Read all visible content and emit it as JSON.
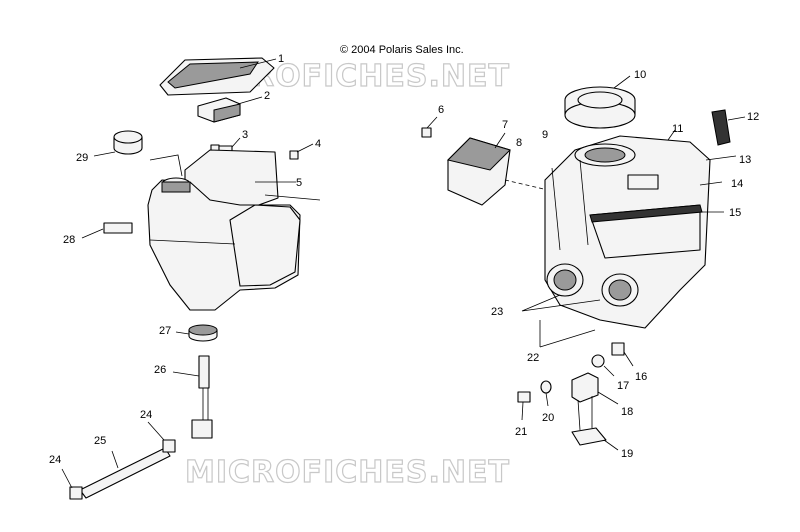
{
  "copyright": "© 2004 Polaris Sales Inc.",
  "watermarks": [
    "MICROFICHES.NET",
    "MICROFICHES.NET"
  ],
  "callouts": [
    "1",
    "2",
    "3",
    "4",
    "5",
    "6",
    "7",
    "8",
    "9",
    "10",
    "11",
    "12",
    "13",
    "14",
    "15",
    "16",
    "17",
    "18",
    "19",
    "20",
    "21",
    "22",
    "23",
    "24",
    "24",
    "25",
    "26",
    "27",
    "28",
    "29"
  ]
}
